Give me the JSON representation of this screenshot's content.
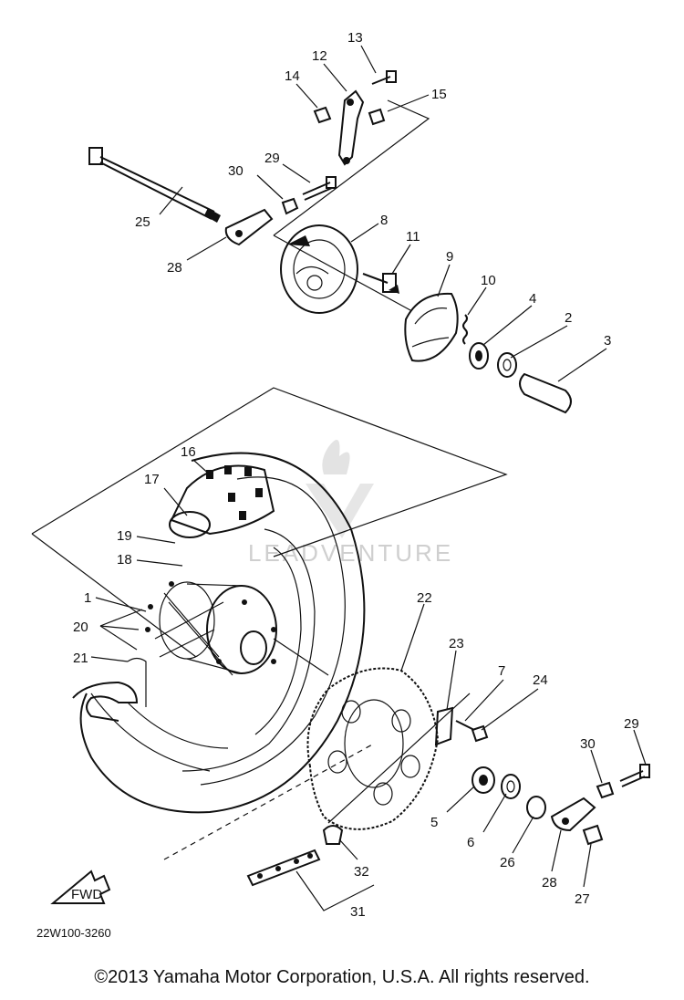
{
  "diagram": {
    "drawing_code": "22W100-3260",
    "fwd_label": "FWD",
    "watermark": "LEADVENTURE",
    "part_labels": [
      "13",
      "12",
      "14",
      "15",
      "30",
      "29",
      "25",
      "28",
      "8",
      "11",
      "9",
      "10",
      "4",
      "2",
      "3",
      "16",
      "17",
      "19",
      "18",
      "1",
      "20",
      "21",
      "22",
      "23",
      "7",
      "24",
      "29",
      "30",
      "5",
      "6",
      "26",
      "28",
      "27",
      "32",
      "31"
    ]
  },
  "footer": {
    "copyright": "©2013 Yamaha Motor Corporation, U.S.A. All rights reserved."
  }
}
